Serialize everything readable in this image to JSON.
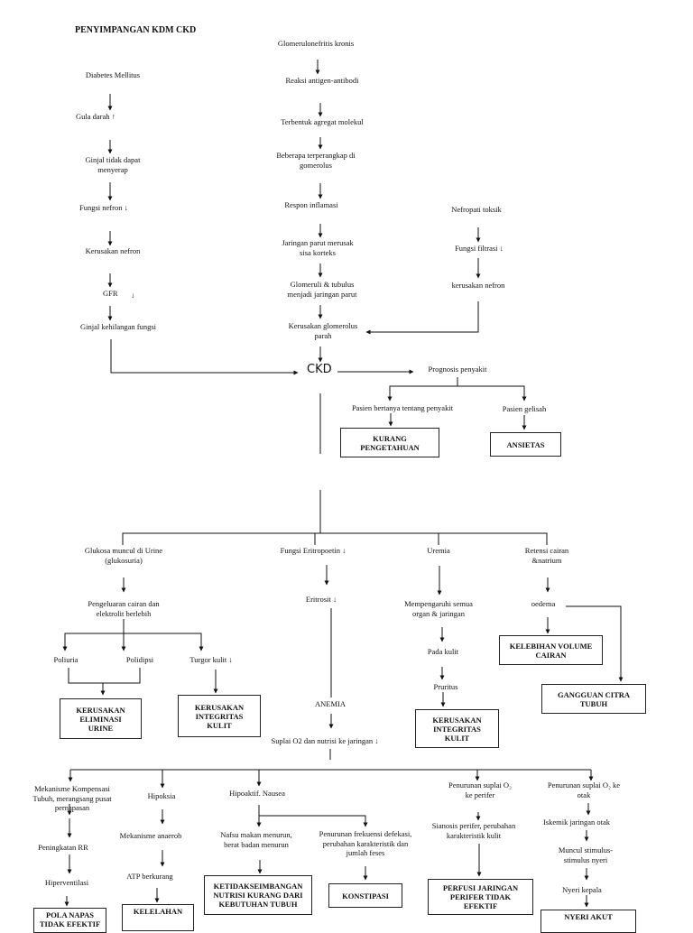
{
  "title": "PENYIMPANGAN KDM CKD",
  "ckd": "CKD",
  "dm": {
    "start": "Diabetes Mellitus",
    "gula": "Gula darah ↑",
    "ginjal": "Ginjal tidak dapat\nmenyerap",
    "fungsi": "Fungsi nefron ↓",
    "kerusakan": "Kerusakan nefron",
    "gfr": "GFR",
    "gfr_arrow": "↓",
    "hilang": "Ginjal kehilangan fungsi"
  },
  "gn": {
    "start": "Glomerulonefritis kronis",
    "reaksi": "Reaksi antigen-antibodi",
    "agregat": "Terbentuk agregat molekul",
    "beberapa": "Beberapa terperangkap di\ngomerolus",
    "respon": "Respon inflamasi",
    "jaringan": "Jaringan parut merusak\nsisa korteks",
    "glomeruli": "Glomeruli & tubulus\nmenjadi jaringan parut",
    "kerusakan": "Kerusakan glomerolus\nparah"
  },
  "nt": {
    "start": "Nefropati toksik",
    "filtrasi": "Fungsi filtrasi ↓",
    "kerusakan": "kerusakan nefron"
  },
  "prognosis": {
    "label": "Prognosis penyakit",
    "bertanya": "Pasien bertanya tentang penyakit",
    "gelisah": "Pasien gelisah",
    "dx_kurang": "KURANG\nPENGETAHUAN",
    "dx_ansietas": "ANSIETAS"
  },
  "branch": {
    "glukosa": "Glukosa muncul di Urine\n(glukosuria)",
    "pengeluaran": "Pengeluaran cairan dan\nelektrolit berlebih",
    "poliuria": "Poliuria",
    "polidipsi": "Polidipsi",
    "turgor": "Turgor kulit ↓",
    "dx_eliminasi": "KERUSAKAN\nELIMINASI\nURINE",
    "dx_integritas1": "KERUSAKAN\nINTEGRITAS\nKULIT",
    "eritropoetin": "Fungsi Eritropoetin ↓",
    "eritrosit": "Eritrosit ↓",
    "anemia": "ANEMIA",
    "suplai": "Suplai O2 dan nutrisi ke jaringan ↓",
    "uremia": "Uremia",
    "mempengaruhi": "Mempengaruhi semua\norgan & jaringan",
    "padakulit": "Pada kulit",
    "pruritus": "Pruritus",
    "dx_integritas2": "KERUSAKAN\nINTEGRITAS\nKULIT",
    "retensi": "Retensi cairan\n&natrium",
    "oedema": "oedema",
    "dx_kelebihan": "KELEBIHAN VOLUME\nCAIRAN",
    "dx_citra": "GANGGUAN CITRA\nTUBUH"
  },
  "bottom": {
    "mekanisme": "Mekanisme Kompensasi\nTubuh, merangsang pusat\npernapasan",
    "peningkatan": "Peningkatan RR",
    "hiperventilasi": "Hiperventilasi",
    "dx_pola": "POLA NAPAS\nTIDAK EFEKTIF",
    "hipoksia": "Hipoksia",
    "anaerob": "Mekanisme anaerob",
    "atp": "ATP berkurang",
    "dx_kelelahan": "KELELAHAN",
    "hipoaktif": "Hipoaktif. Nausea",
    "nafsu": "Nafsu makan menurun,\nberat badan menurun",
    "penurunan_feses": "Penurunan frekuensi defekasi,\nperubahan karakteristik dan\njumlah feses",
    "dx_nutrisi": "KETIDAKSEIMBANGAN\nNUTRISI KURANG DARI\nKEBUTUHAN TUBUH",
    "dx_konstipasi": "KONSTIPASI",
    "perifer": "Penurunan suplai O₂\nke perifer",
    "sianosis": "Sianosis perifer, perubahan\nkarakteristik kulit",
    "dx_perfusi": "PERFUSI JARINGAN\nPERIFER TIDAK\nEFEKTIF",
    "otak": "Penurunan suplai O₂ ke\notak",
    "iskemik": "Iskemik jaringan otak",
    "stimulus": "Muncul stimulus-\nstimulus nyeri",
    "nyeri_kepala": "Nyeri kepala",
    "dx_nyeri": "NYERI AKUT"
  }
}
